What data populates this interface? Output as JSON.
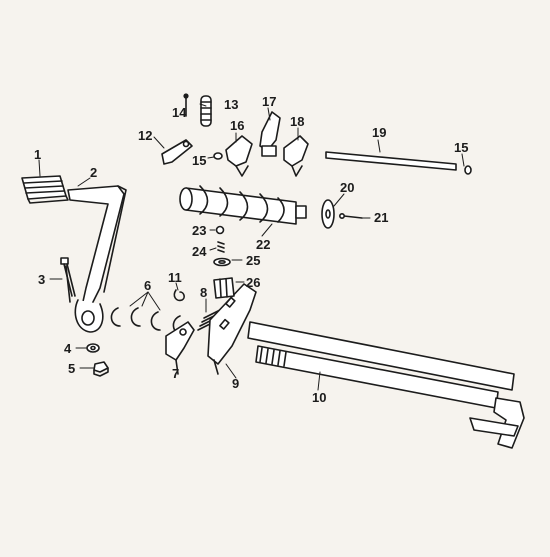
{
  "diagram": {
    "callouts": [
      {
        "id": "c1",
        "label": "1"
      },
      {
        "id": "c2",
        "label": "2"
      },
      {
        "id": "c3",
        "label": "3"
      },
      {
        "id": "c4",
        "label": "4"
      },
      {
        "id": "c5",
        "label": "5"
      },
      {
        "id": "c6",
        "label": "6"
      },
      {
        "id": "c7",
        "label": "7"
      },
      {
        "id": "c8",
        "label": "8"
      },
      {
        "id": "c9",
        "label": "9"
      },
      {
        "id": "c10",
        "label": "10"
      },
      {
        "id": "c11",
        "label": "11"
      },
      {
        "id": "c12",
        "label": "12"
      },
      {
        "id": "c13",
        "label": "13"
      },
      {
        "id": "c14",
        "label": "14"
      },
      {
        "id": "c15a",
        "label": "15"
      },
      {
        "id": "c15b",
        "label": "15"
      },
      {
        "id": "c16",
        "label": "16"
      },
      {
        "id": "c17",
        "label": "17"
      },
      {
        "id": "c18",
        "label": "18"
      },
      {
        "id": "c19",
        "label": "19"
      },
      {
        "id": "c20",
        "label": "20"
      },
      {
        "id": "c21",
        "label": "21"
      },
      {
        "id": "c22",
        "label": "22"
      },
      {
        "id": "c23",
        "label": "23"
      },
      {
        "id": "c24",
        "label": "24"
      },
      {
        "id": "c25",
        "label": "25"
      },
      {
        "id": "c26",
        "label": "26"
      }
    ],
    "colors": {
      "ink": "#1c1c1c",
      "paper": "#f6f3ee"
    }
  }
}
